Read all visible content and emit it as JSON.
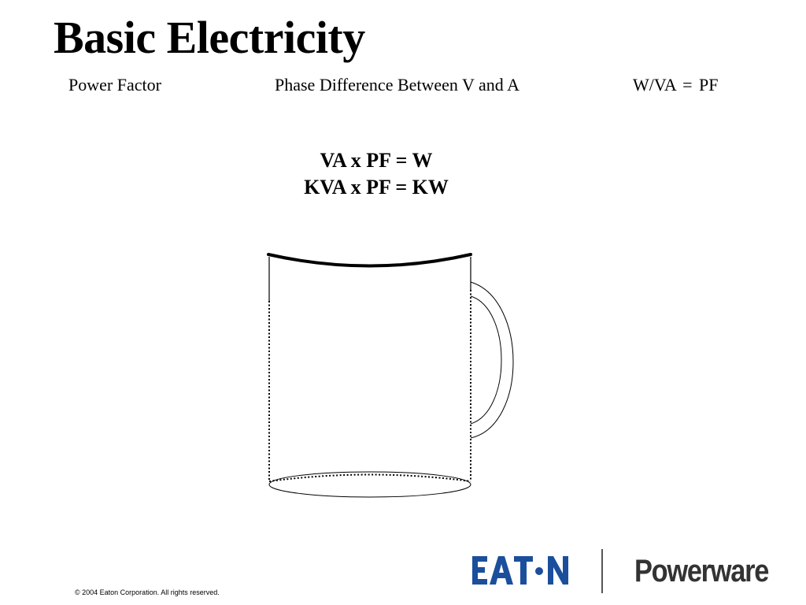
{
  "slide": {
    "title": "Basic Electricity",
    "subtitle": {
      "col1": "Power Factor",
      "col2": "Phase Difference Between V and  A",
      "col3": "W/VA  =  PF"
    },
    "formulas": {
      "line1": "VA x PF = W",
      "line2": "KVA x PF = KW"
    }
  },
  "footer": {
    "copyright": "© 2004 Eaton Corporation. All rights reserved.",
    "brand_primary": "EATON",
    "brand_secondary": "Powerware"
  },
  "colors": {
    "eaton_blue": "#1b4f9c",
    "powerware_gray": "#333333"
  },
  "icons": {
    "illustration": "coffee-mug-icon"
  }
}
